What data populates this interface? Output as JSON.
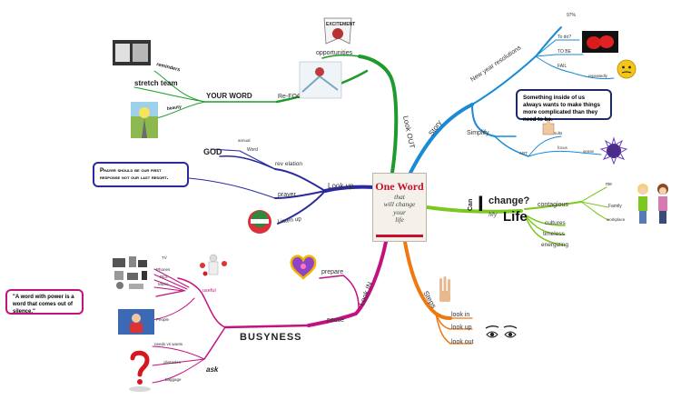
{
  "center": {
    "title": "One Word",
    "subtitle_lines": [
      "that",
      "will change",
      "your",
      "life"
    ]
  },
  "branches": {
    "look_out": {
      "label": "Look OUT",
      "badge": "EXCITEMENT",
      "items": {
        "opportunities": "opportunities",
        "refocus": "Re-FOCUS",
        "your_word": "YOUR WORD",
        "reminders": "reminders",
        "stretch_team": "stretch team",
        "beauty": "beauty"
      }
    },
    "look_up": {
      "label": "Look up",
      "items": {
        "revelation": "rev elation",
        "word": "Word",
        "annual": "annual",
        "god": "GOD",
        "prayer": "prayer",
        "listen_up": "Listen up"
      },
      "prayer_quote": "Prayer should be our first response not our last resort."
    },
    "look_in": {
      "label": "Look IN",
      "items": {
        "prepare": "prepare",
        "pause": "pause",
        "busyness": "BUSYNESS",
        "useful": "useful",
        "tv": "TV",
        "phones": "Phones",
        "pcs": "PCs",
        "music": "Music",
        "people": "People",
        "ask": "ask",
        "needs_vs_wants": "needs vs wants",
        "obstacles": "obstacles",
        "baggage": "baggage"
      },
      "word_quote": "\"A word with power is a word that comes out of silence.\""
    },
    "story": {
      "label": "Story",
      "items": {
        "new_year_resolutions": "New year resolutions",
        "pct": "97%",
        "to_do": "To do?",
        "to_be": "TO BE",
        "fail": "FAIL",
        "repeatedly": "repeatedly",
        "simplify": "Simplify",
        "results": "results",
        "focus": "focus",
        "art": "ART",
        "sense": "sense"
      },
      "simplify_quote": "Something inside of us always wants to make things more complicated than they need to be."
    },
    "change": {
      "can": "Can",
      "i": "I",
      "change_word": "change?",
      "my": "My",
      "life": "Life",
      "items": {
        "contagious": "contagious",
        "me": "me",
        "family": "Family",
        "workplace": "workplace",
        "cultures": "cultures",
        "timeless": "timeless",
        "energizing": "energizing"
      }
    },
    "steps": {
      "label": "Steps",
      "items": {
        "look_in": "look in",
        "look_up": "look up",
        "look_out": "look out"
      }
    }
  },
  "colors": {
    "look_out": "#1e9a2e",
    "look_up": "#2a2a9e",
    "look_in": "#c2127f",
    "story": "#1a8ad6",
    "change": "#7cc81e",
    "steps": "#f07810",
    "navy": "#1c2a66"
  }
}
